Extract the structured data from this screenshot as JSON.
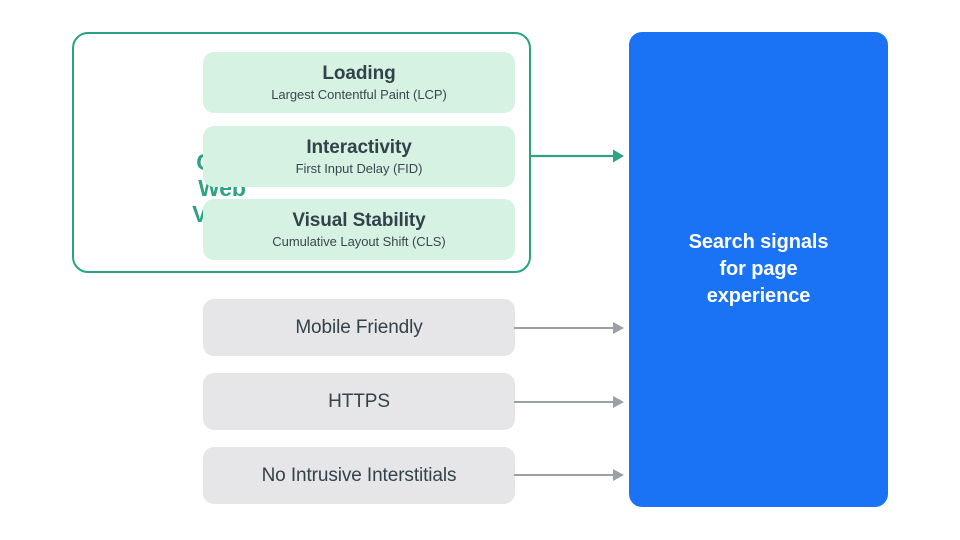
{
  "diagram": {
    "title": "Search signals for page experience",
    "colors": {
      "core_web_vitals_border": "#27A383",
      "core_web_vitals_label": "#2EA383",
      "metric_card_bg": "#D5F2E3",
      "signal_card_bg": "#E6E6E8",
      "outcome_bg": "#1A73F5",
      "text_dark": "#33424A",
      "arrow_green": "#2EA383",
      "arrow_gray": "#9AA0A6",
      "background": "#FFFFFF"
    }
  },
  "core_web_vitals": {
    "label_lines": [
      "Core",
      "Web",
      "Vitals"
    ],
    "label_text": "Core Web Vitals",
    "metrics": [
      {
        "title": "Loading",
        "subtitle": "Largest Contentful Paint (LCP)"
      },
      {
        "title": "Interactivity",
        "subtitle": "First Input Delay (FID)"
      },
      {
        "title": "Visual Stability",
        "subtitle": "Cumulative Layout Shift (CLS)"
      }
    ]
  },
  "other_signals": [
    {
      "label": "Mobile Friendly"
    },
    {
      "label": "HTTPS"
    },
    {
      "label": "No Intrusive Interstitials"
    }
  ],
  "outcome": {
    "text": "Search signals\nfor page\nexperience"
  },
  "arrows": {
    "core_web_vitals_arrow": "arrow-right-green",
    "signal_arrows": [
      "arrow-right-gray",
      "arrow-right-gray",
      "arrow-right-gray"
    ]
  }
}
